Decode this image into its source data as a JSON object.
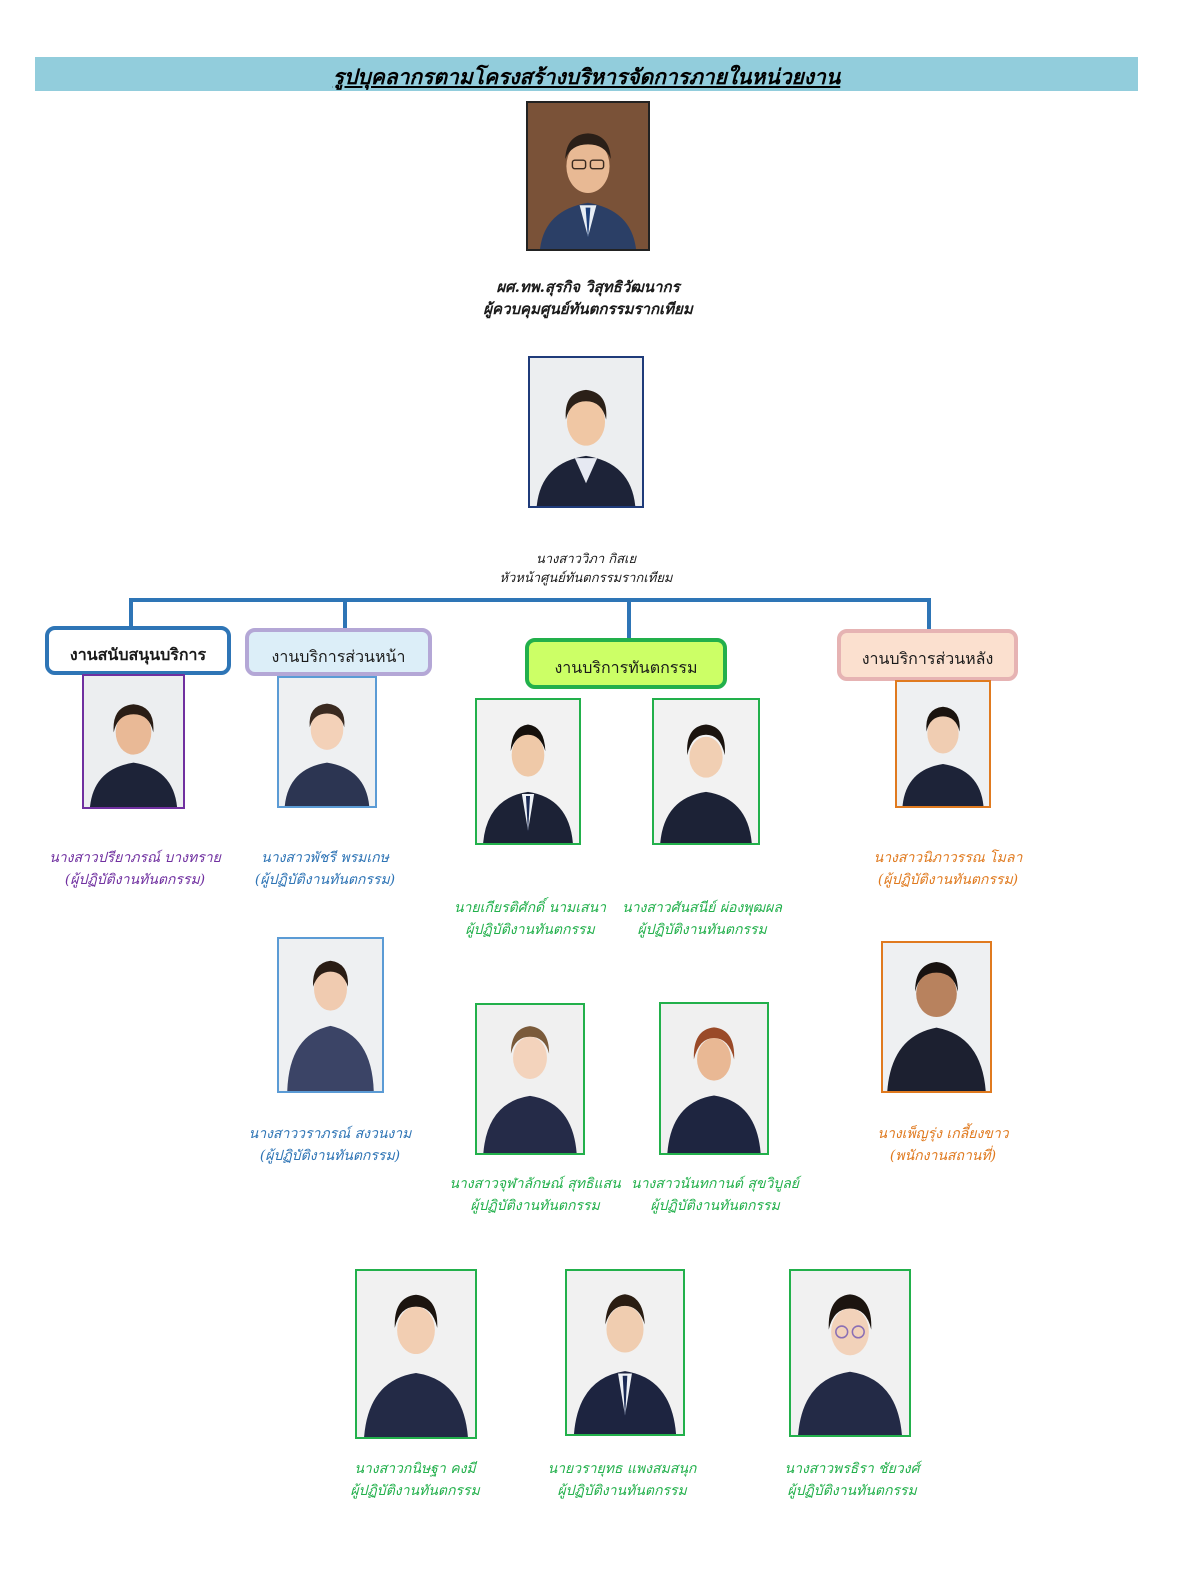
{
  "title": "รูปบุคลากรตามโครงสร้างบริหารจัดการภายในหน่วยงาน",
  "director": {
    "name": "ผศ.ทพ.สุรกิจ วิสุทธิวัฒนากร",
    "role": "ผู้ควบคุมศูนย์ทันตกรรมรากเทียม"
  },
  "head": {
    "name": "นางสาววิภา   กิสเย",
    "role": "หัวหน้าศูนย์ทันตกรรมรากเทียม"
  },
  "departments": {
    "support": "งานสนับสนุนบริการ",
    "front": "งานบริการส่วนหน้า",
    "dental": "งานบริการทันตกรรม",
    "back": "งานบริการส่วนหลัง"
  },
  "staff": {
    "support_1": {
      "name": "นางสาวปรียาภรณ์ บางทราย",
      "role": "(ผู้ปฏิบัติงานทันตกรรม)"
    },
    "front_1": {
      "name": "นางสาวพัชรี พรมเกษ",
      "role": "(ผู้ปฏิบัติงานทันตกรรม)"
    },
    "front_2": {
      "name": "นางสาววราภรณ์ สงวนงาม",
      "role": "(ผู้ปฏิบัติงานทันตกรรม)"
    },
    "dental_1": {
      "name": "นายเกียรติศักดิ์ นามเสนา",
      "role": "ผู้ปฏิบัติงานทันตกรรม"
    },
    "dental_2": {
      "name": "นางสาวศันสนีย์ ผ่องพุฒผล",
      "role": "ผู้ปฏิบัติงานทันตกรรม"
    },
    "dental_3": {
      "name": "นางสาวจุฬาลักษณ์ สุทธิแสน",
      "role": "ผู้ปฏิบัติงานทันตกรรม"
    },
    "dental_4": {
      "name": "นางสาวนันทกานต์ สุขวิบูลย์",
      "role": "ผู้ปฏิบัติงานทันตกรรม"
    },
    "dental_5": {
      "name": "นางสาวกนิษฐา   คงมี",
      "role": "ผู้ปฏิบัติงานทันตกรรม"
    },
    "dental_6": {
      "name": "นายวรายุทธ แพงสมสนุก",
      "role": "ผู้ปฏิบัติงานทันตกรรม"
    },
    "dental_7": {
      "name": "นางสาวพรธิรา ชัยวงศ์",
      "role": "ผู้ปฏิบัติงานทันตกรรม"
    },
    "back_1": {
      "name": "นางสาวนิภาวรรณ โมลา",
      "role": "(ผู้ปฏิบัติงานทันตกรรม)"
    },
    "back_2": {
      "name": "นางเพ็ญรุ่ง เกลี้ยงขาว",
      "role": "(พนักงานสถานที่)"
    }
  },
  "colors": {
    "banner": "#92cddc",
    "tree": "#2e75b6",
    "support": "#7030a0",
    "front": "#2e74b5",
    "dental": "#22b04b",
    "back": "#e07a1f"
  }
}
